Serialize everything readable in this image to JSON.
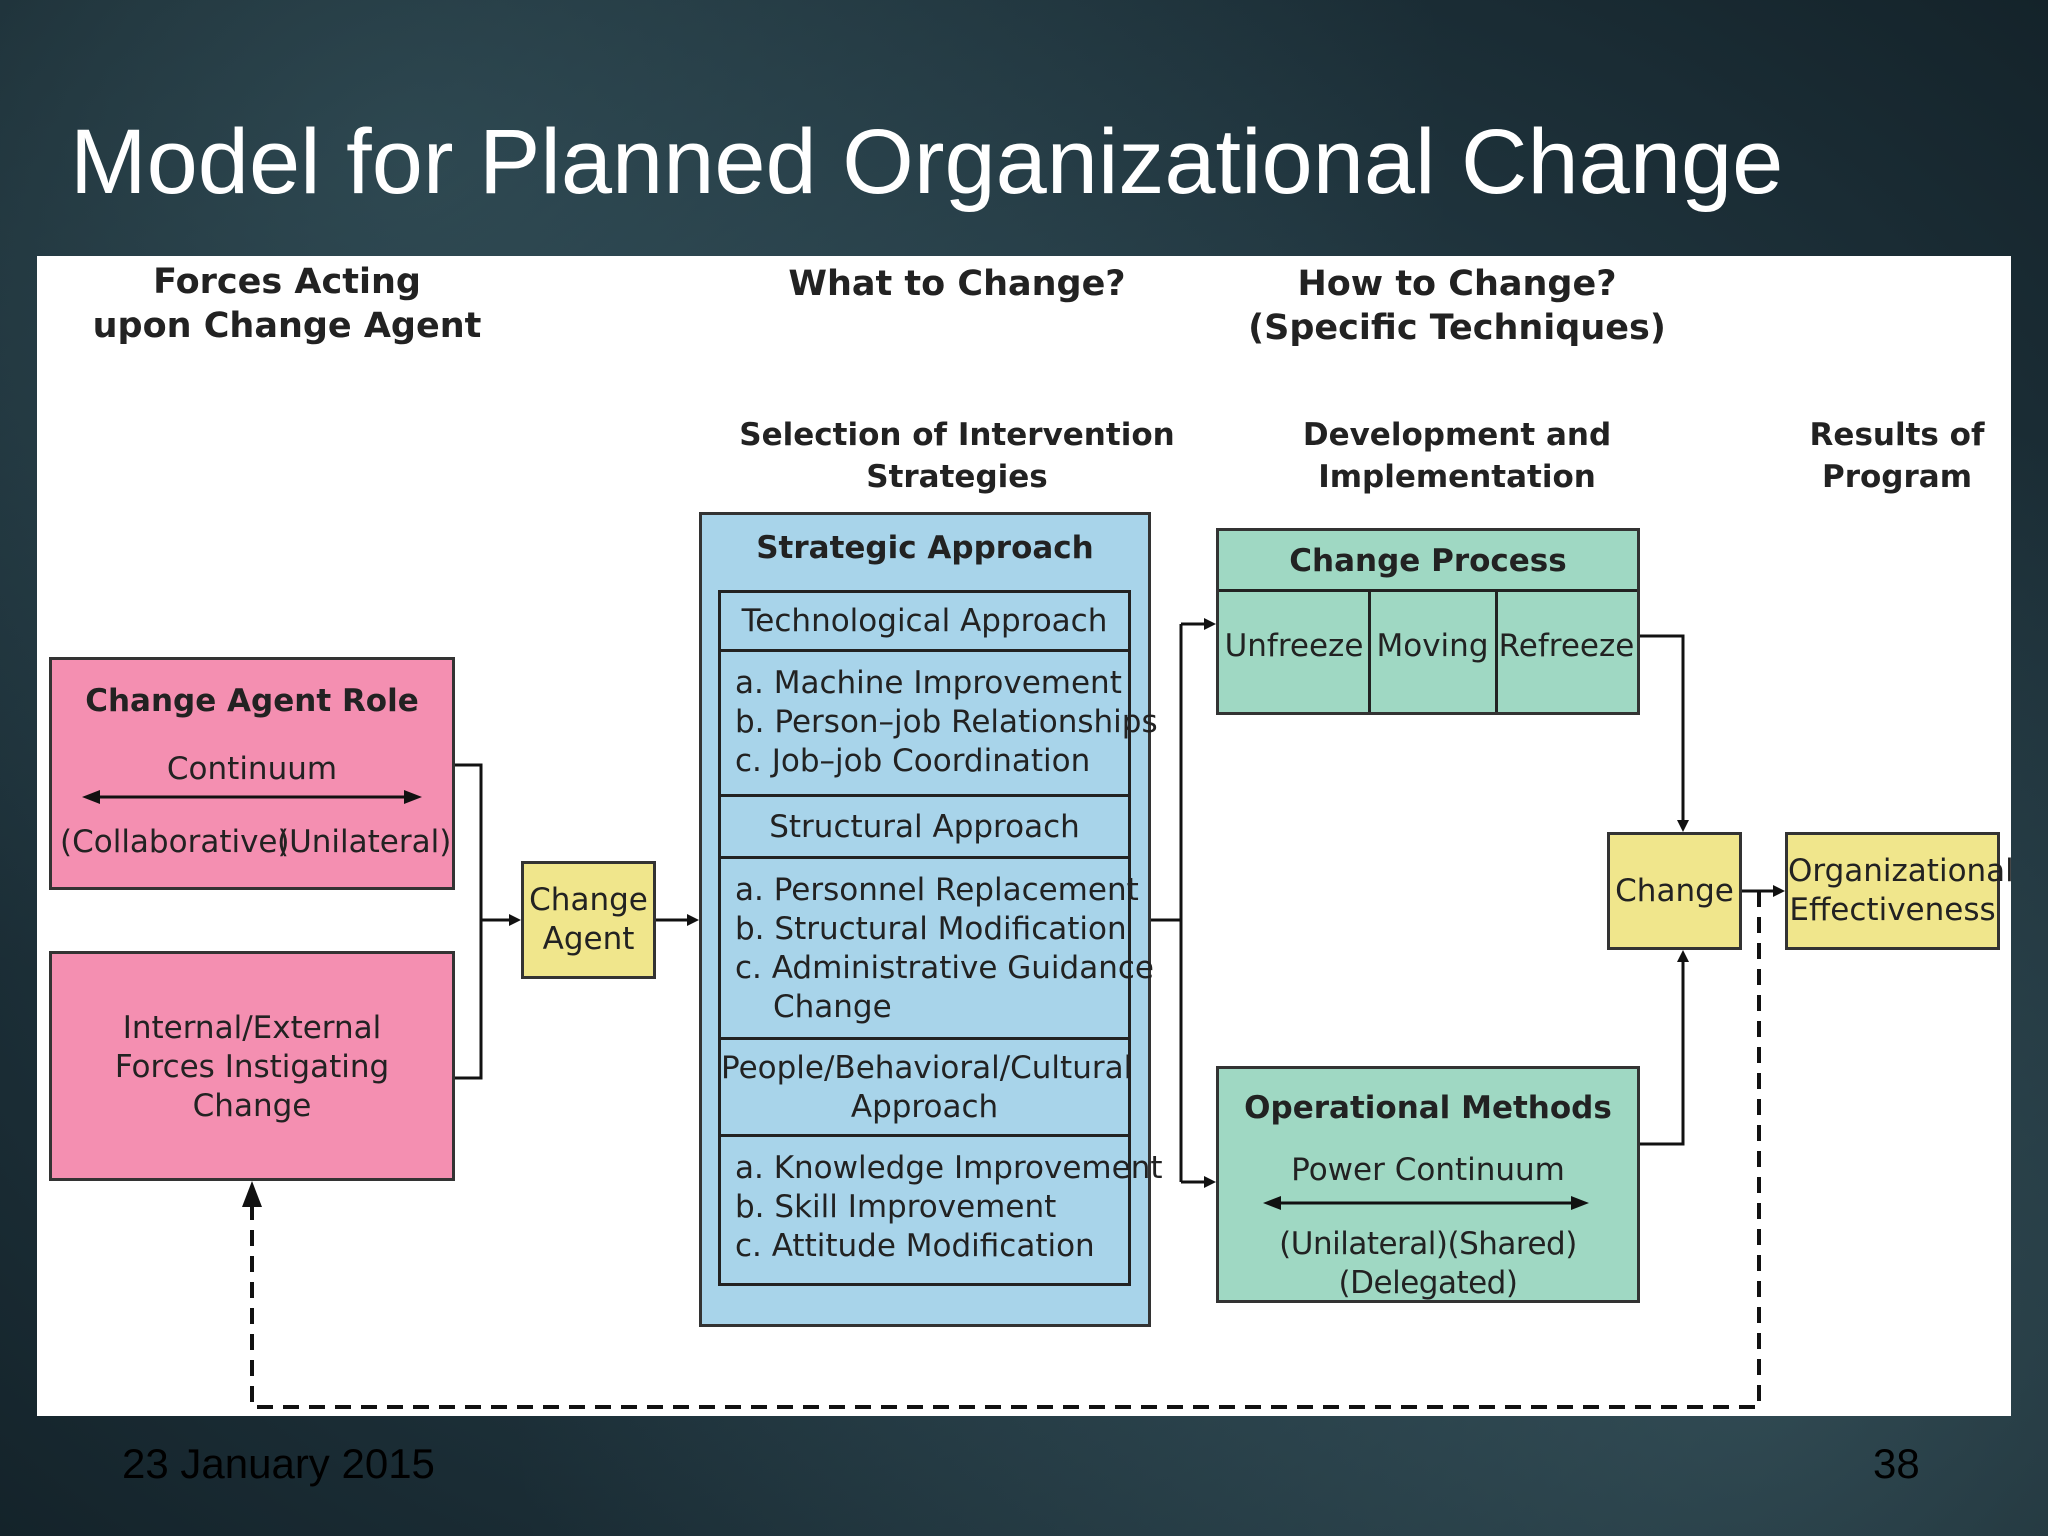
{
  "slide": {
    "title": "Model for Planned Organizational Change",
    "date": "23 January 2015",
    "page_number": "38"
  },
  "columns": {
    "forces_line1": "Forces Acting",
    "forces_line2": "upon Change Agent",
    "what_to_change": "What to Change?",
    "how_line1": "How to Change?",
    "how_line2": "(Specific Techniques)",
    "selection_line1": "Selection of Intervention",
    "selection_line2": "Strategies",
    "development_line1": "Development and",
    "development_line2": "Implementation",
    "results_line1": "Results of",
    "results_line2": "Program"
  },
  "change_agent_role": {
    "title": "Change Agent Role",
    "continuum": "Continuum",
    "left": "(Collaborative)",
    "right": "(Unilateral)"
  },
  "forces_box": {
    "line1": "Internal/External",
    "line2": "Forces Instigating",
    "line3": "Change"
  },
  "change_agent_box": {
    "line1": "Change",
    "line2": "Agent"
  },
  "strategic": {
    "title": "Strategic Approach",
    "technological": {
      "title": "Technological Approach",
      "items": [
        "a. Machine Improvement",
        "b. Person–job Relationships",
        "c. Job–job Coordination"
      ]
    },
    "structural": {
      "title": "Structural Approach",
      "items": [
        "a. Personnel Replacement",
        "b. Structural Modification",
        "c. Administrative Guidance",
        "Change"
      ]
    },
    "people": {
      "title_line1": "People/Behavioral/Cultural",
      "title_line2": "Approach",
      "items": [
        "a. Knowledge Improvement",
        "b. Skill Improvement",
        "c. Attitude Modification"
      ]
    }
  },
  "change_process": {
    "title": "Change Process",
    "steps": [
      "Unfreeze",
      "Moving",
      "Refreeze"
    ]
  },
  "operational": {
    "title": "Operational Methods",
    "power": "Power Continuum",
    "scale": "(Unilateral)(Shared)(Delegated)"
  },
  "change_box": "Change",
  "effectiveness": {
    "line1": "Organizational",
    "line2": "Effectiveness"
  },
  "colors": {
    "pink": "#f48fb1",
    "yellow": "#f0e68c",
    "blue": "#a8d4ea",
    "green": "#9fd8c3"
  }
}
